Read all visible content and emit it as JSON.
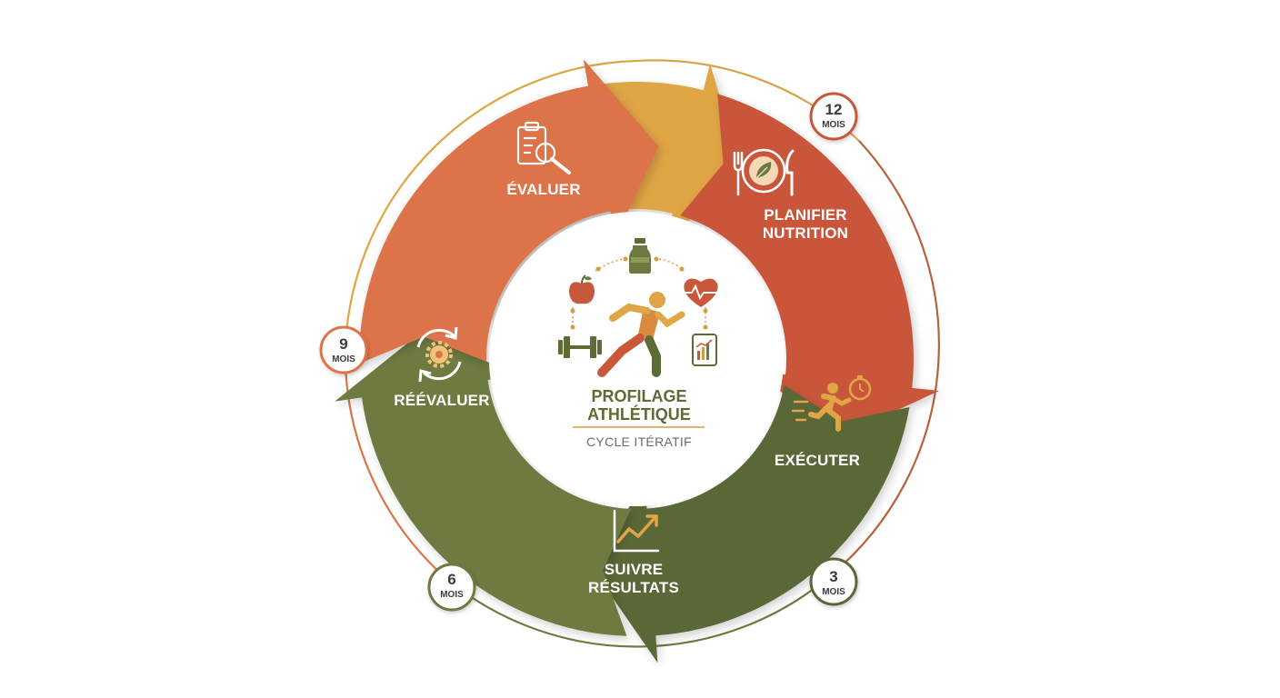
{
  "center": {
    "title_line1": "PROFILAGE",
    "title_line2": "ATHLÉTIQUE",
    "subtitle": "CYCLE ITÉRATIF"
  },
  "steps": [
    {
      "label1": "ÉVALUER",
      "label2": "",
      "color": "#e0a545",
      "icon": "clipboard-search-icon"
    },
    {
      "label1": "PLANIFIER",
      "label2": "NUTRITION",
      "color": "#c9573a",
      "icon": "plate-cutlery-icon"
    },
    {
      "label1": "EXÉCUTER",
      "label2": "",
      "color": "#5a6738",
      "icon": "runner-stopwatch-icon"
    },
    {
      "label1": "SUIVRE",
      "label2": "RÉSULTATS",
      "color": "#6d7a3f",
      "icon": "trend-chart-icon"
    },
    {
      "label1": "RÉÉVALUER",
      "label2": "",
      "color": "#dd7348",
      "icon": "refresh-gear-icon"
    }
  ],
  "milestones": [
    {
      "value": "12",
      "unit": "MOIS",
      "color": "#c9573a"
    },
    {
      "value": "3",
      "unit": "MOIS",
      "color": "#5a6738"
    },
    {
      "value": "6",
      "unit": "MOIS",
      "color": "#6d7a3f"
    },
    {
      "value": "9",
      "unit": "MOIS",
      "color": "#dd7348"
    }
  ],
  "colors": {
    "orange_light": "#e0a545",
    "red_orange": "#c9573a",
    "olive_dark": "#5a6738",
    "olive": "#6d7a3f",
    "coral": "#dd7348"
  }
}
